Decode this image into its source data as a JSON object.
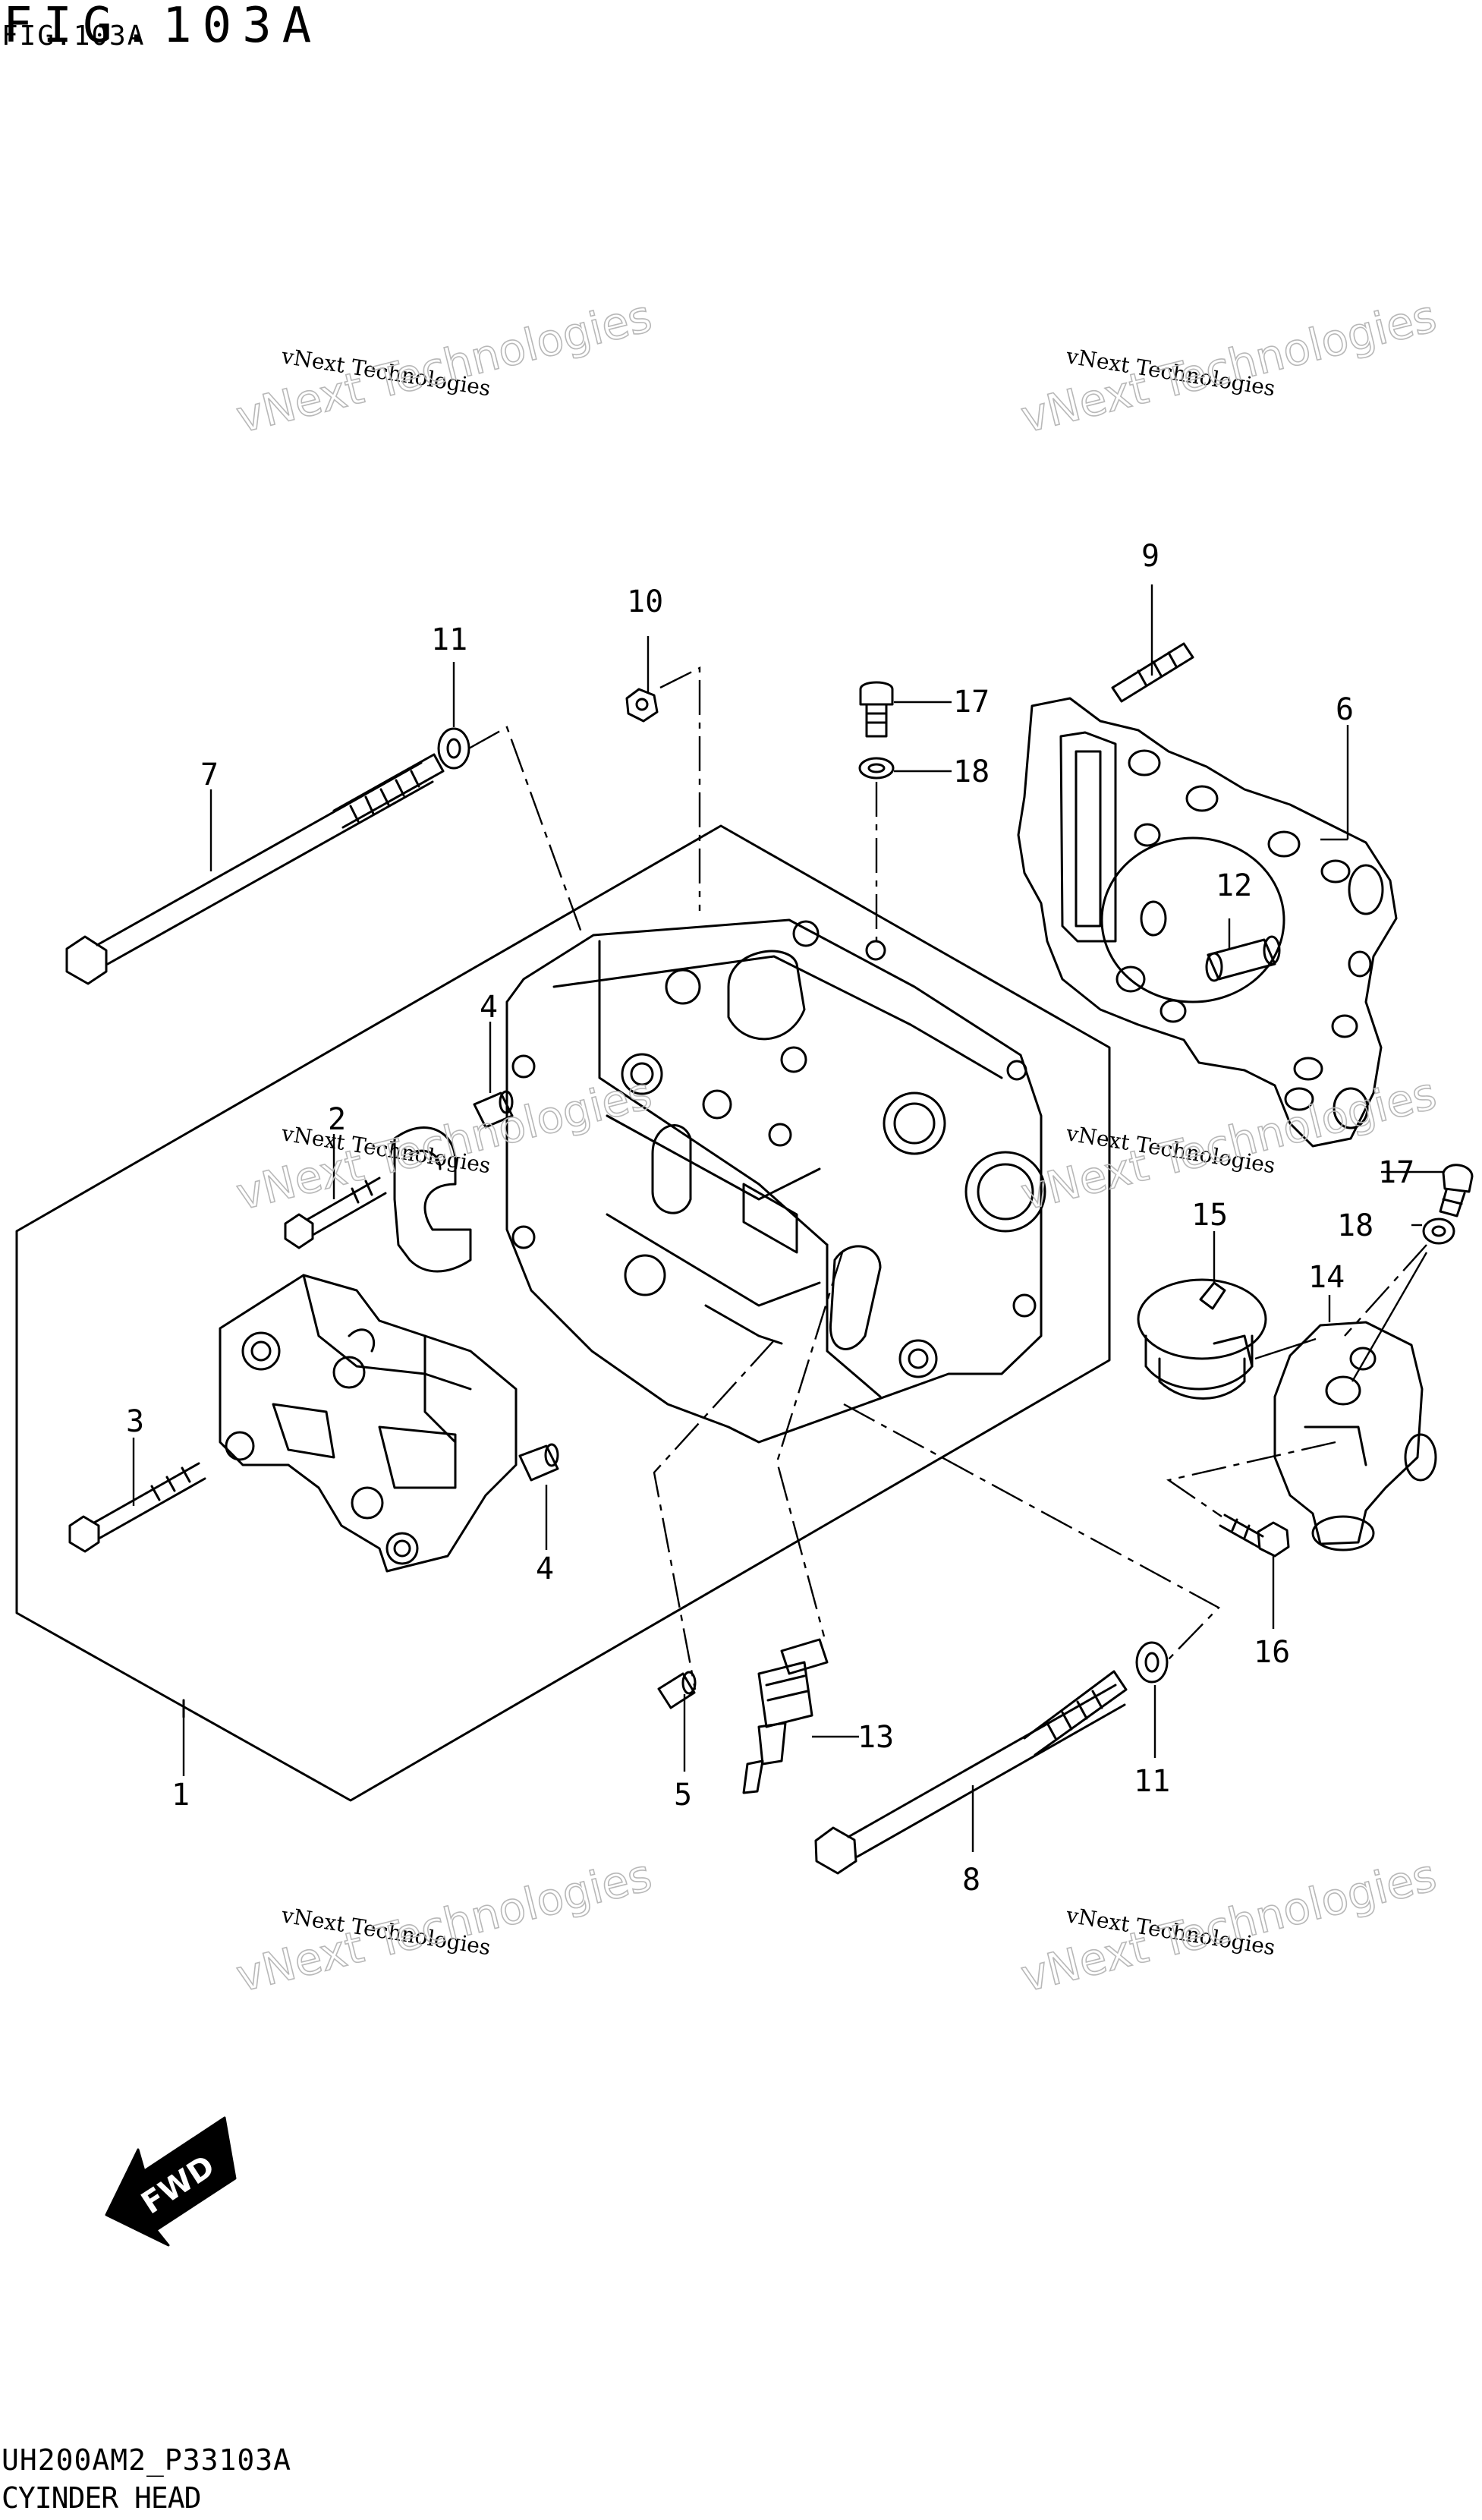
{
  "header": {
    "figure_big": "FIG.103A",
    "figure_small": "FIG.103A"
  },
  "footer": {
    "code": "UH200AM2_P33103A",
    "title": "CYINDER HEAD"
  },
  "watermark": {
    "line1": "vNext Technologies",
    "line2": "vNext Technologies"
  },
  "fwd_label": "FWD",
  "callouts": {
    "c1": "1",
    "c2": "2",
    "c3": "3",
    "c4a": "4",
    "c4b": "4",
    "c5": "5",
    "c6": "6",
    "c7": "7",
    "c8": "8",
    "c9": "9",
    "c10": "10",
    "c11a": "11",
    "c11b": "11",
    "c12": "12",
    "c13": "13",
    "c14": "14",
    "c15": "15",
    "c16": "16",
    "c17a": "17",
    "c17b": "17",
    "c18a": "18",
    "c18b": "18"
  }
}
